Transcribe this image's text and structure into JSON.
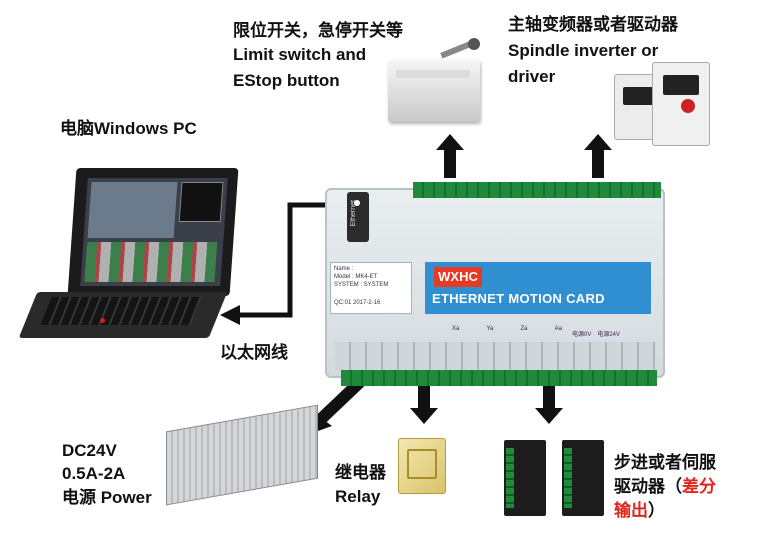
{
  "labels": {
    "pc_cn": "电脑Windows PC",
    "limit_cn": "限位开关，急停开关等",
    "limit_en1": "Limit switch and",
    "limit_en2": "EStop button",
    "spindle_cn": "主轴变频器或者驱动器",
    "spindle_en1": "Spindle inverter or",
    "spindle_en2": "driver",
    "network": "以太网线",
    "psu_line1": "DC24V",
    "psu_line2": "0.5A-2A",
    "psu_line3": "电源 Power",
    "relay_cn": "继电器",
    "relay_en": "Relay",
    "driver_line1": "步进或者伺服",
    "driver_line2a": "驱动器（",
    "driver_line2b": "差分",
    "driver_line3a": "输出",
    "driver_line3b": "）"
  },
  "board": {
    "title": "ETHERNET MOTION CARD",
    "logo": "WXHC",
    "port_label": "Ethernet",
    "info": {
      "name": "Name :",
      "model": "Model :   MK4-ET",
      "system": "SYSTEM :   SYSTEM",
      "qc": "QC:01     2017-2-16"
    },
    "power_labels": [
      "电源0V",
      "电源24V"
    ],
    "axis_labels": [
      "Xa",
      "Ya",
      "Za",
      "Aa"
    ]
  },
  "colors": {
    "arrow": "#111111",
    "board_blue": "#2f8fd1",
    "terminal_green": "#1e8a3a",
    "highlight_red": "#e0261b"
  }
}
